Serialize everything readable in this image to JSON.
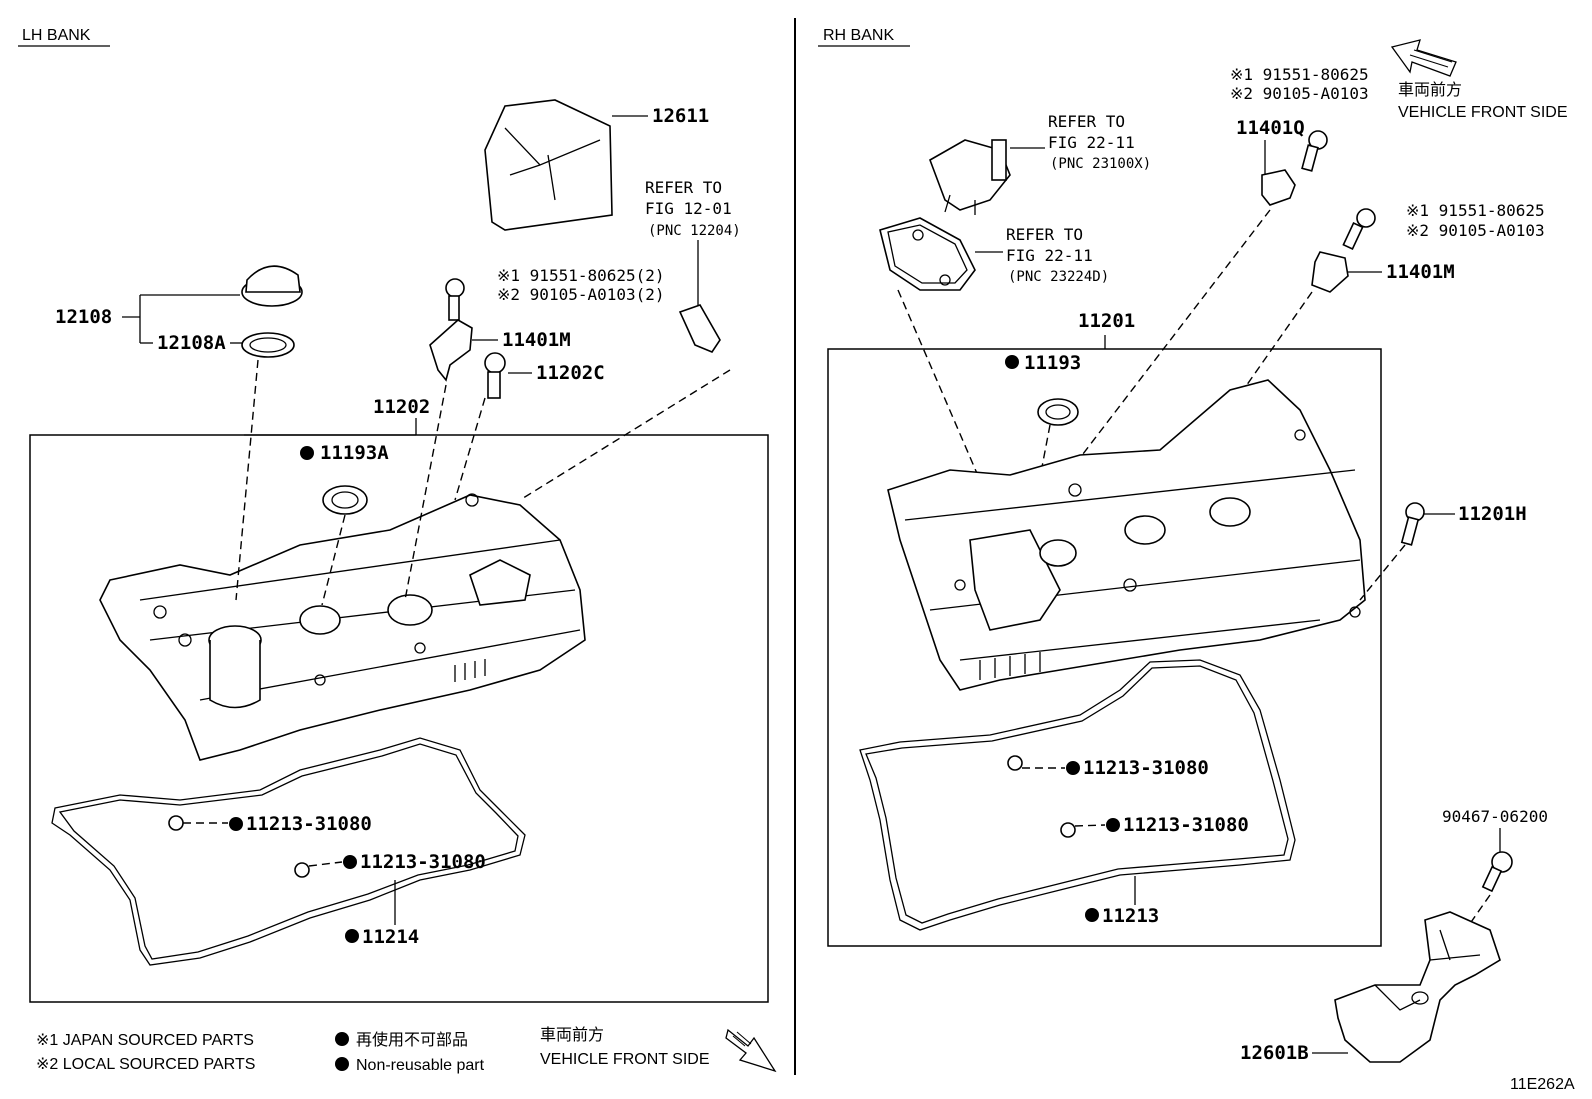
{
  "sections": {
    "lh_bank": "LH BANK",
    "rh_bank": "RH BANK"
  },
  "lh": {
    "p12611": "12611",
    "refer1_a": "REFER TO",
    "refer1_b": "FIG 12-01",
    "refer1_c": "(PNC 12204)",
    "note1": "※1 91551-80625(2)",
    "note2": "※2 90105-A0103(2)",
    "p12108": "12108",
    "p12108A": "12108A",
    "p11401M": "11401M",
    "p11202C": "11202C",
    "p11202": "11202",
    "p11193A": "11193A",
    "p11213_a": "11213-31080",
    "p11213_b": "11213-31080",
    "p11214": "11214"
  },
  "rh": {
    "refer2_a": "REFER TO",
    "refer2_b": "FIG 22-11",
    "refer2_c": "(PNC 23100X)",
    "refer3_a": "REFER TO",
    "refer3_b": "FIG 22-11",
    "refer3_c": "(PNC 23224D)",
    "note1_top": "※1 91551-80625",
    "note2_top": "※2 90105-A0103",
    "p11401Q": "11401Q",
    "note1_mid": "※1 91551-80625",
    "note2_mid": "※2 90105-A0103",
    "p11401M": "11401M",
    "p11201": "11201",
    "p11193": "11193",
    "p11201H": "11201H",
    "p11213_a": "11213-31080",
    "p11213_b": "11213-31080",
    "p11213": "11213",
    "p90467": "90467-06200",
    "p12601B": "12601B",
    "front_jp": "車両前方",
    "front_en": "VEHICLE FRONT SIDE"
  },
  "legend": {
    "jp_sourced": "※1 JAPAN SOURCED PARTS",
    "local_sourced": "※2 LOCAL SOURCED PARTS",
    "nonreuse_jp": "再使用不可部品",
    "nonreuse_en": "Non-reusable part",
    "front_jp": "車両前方",
    "front_en": "VEHICLE FRONT SIDE"
  },
  "figure_id": "11E262A"
}
